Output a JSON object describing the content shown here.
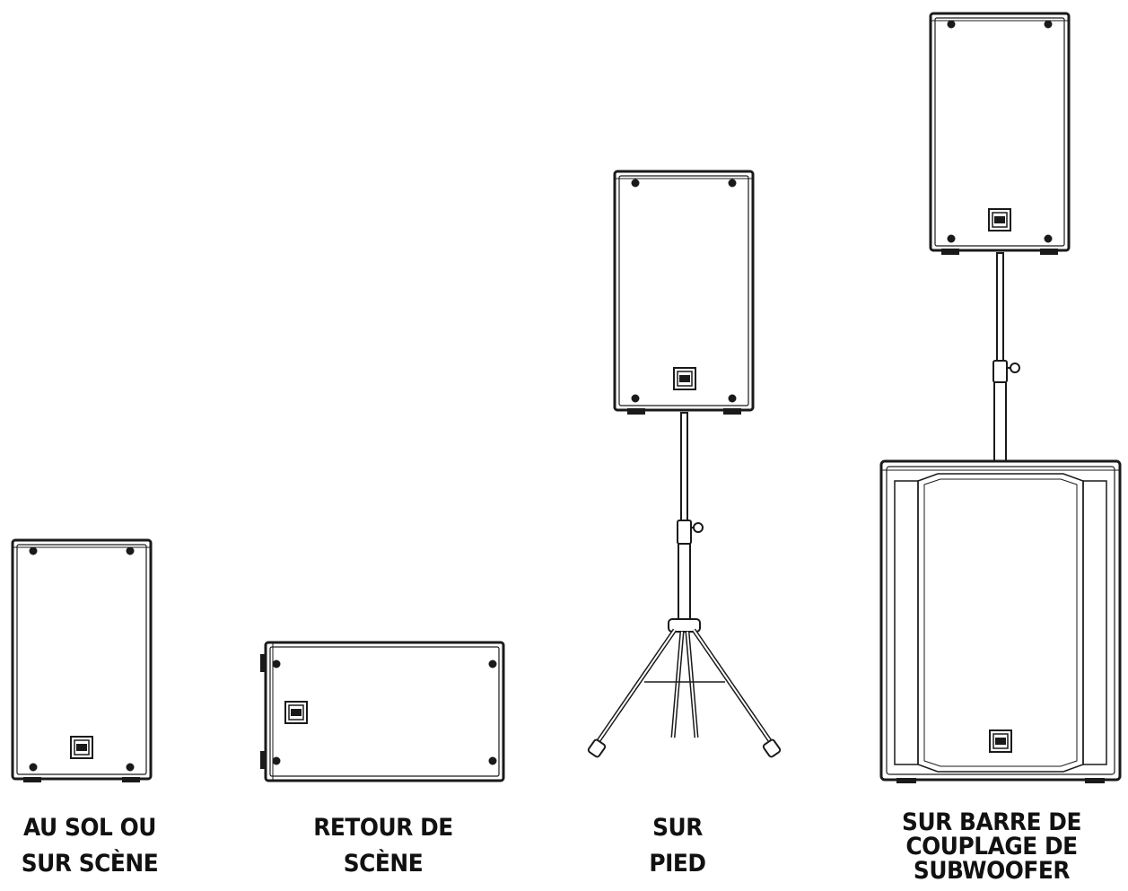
{
  "captions": {
    "floor": {
      "line1": "AU SOL OU",
      "line2": "SUR SCÈNE"
    },
    "monitor": {
      "line1": "RETOUR DE",
      "line2": "SCÈNE"
    },
    "stand": {
      "line1": "SUR",
      "line2": "PIED"
    },
    "sub": {
      "line1": "SUR BARRE DE",
      "line2": "COUPLAGE DE",
      "line3": "SUBWOOFER"
    }
  },
  "colors": {
    "stroke": "#1a1a1a",
    "background": "#ffffff"
  }
}
